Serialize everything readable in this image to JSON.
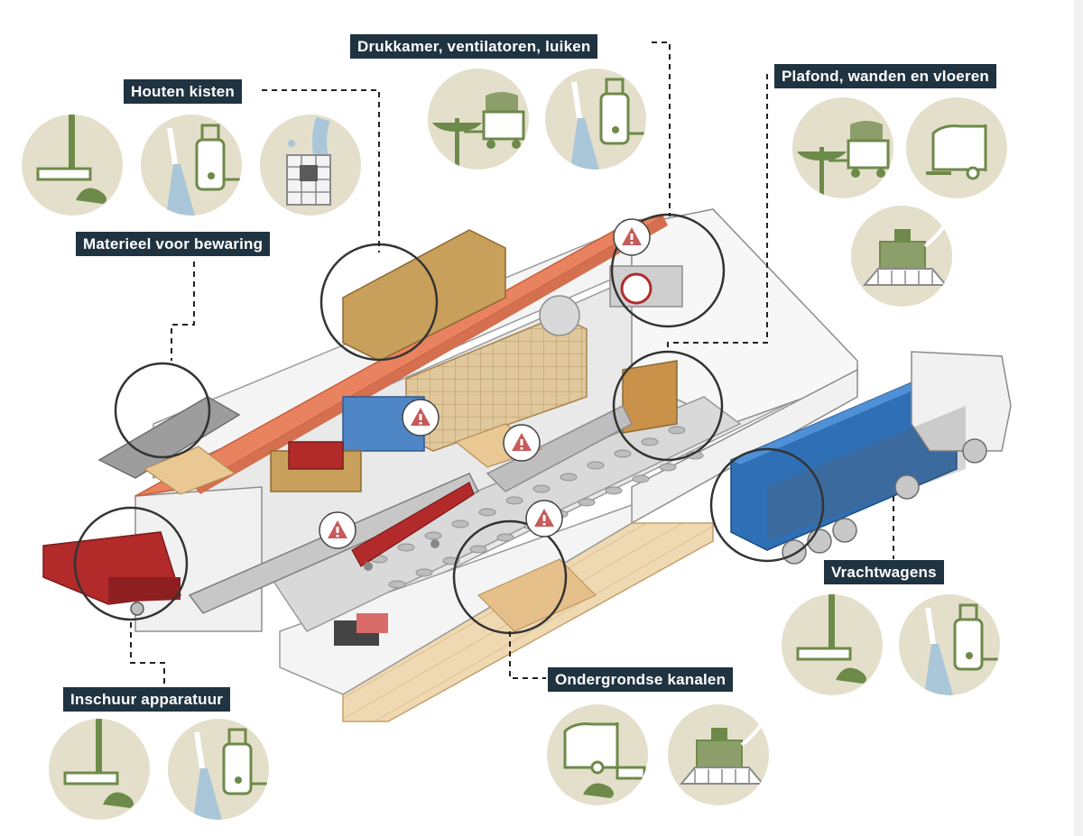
{
  "labels": {
    "houten_kisten": "Houten kisten",
    "drukkamer": "Drukkamer, ventilatoren, luiken",
    "plafond": "Plafond, wanden en vloeren",
    "materieel": "Materieel voor bewaring",
    "vrachtwagens": "Vrachtwagens",
    "ondergrondse": "Ondergrondse kanalen",
    "inschuur": "Inschuur apparatuur"
  },
  "icons": {
    "broom": "broom-icon",
    "pressure_washer": "pressure-washer-icon",
    "vacuum": "vacuum-cleaner-icon",
    "rake": "rake-icon",
    "scrubber": "floor-scrubber-icon",
    "sweeper": "sweeper-machine-icon",
    "box_soak": "box-soaking-icon",
    "warning": "warning-icon"
  },
  "colors": {
    "label_bg": "#1f3340",
    "icon_circle": "#e4dfcb",
    "icon_green": "#6e8a4a",
    "roof": "#e8825f",
    "crate": "#c9a05b",
    "truck": "#2f6fb5",
    "warning": "#c75a5a",
    "machine_red": "#a8292b"
  }
}
